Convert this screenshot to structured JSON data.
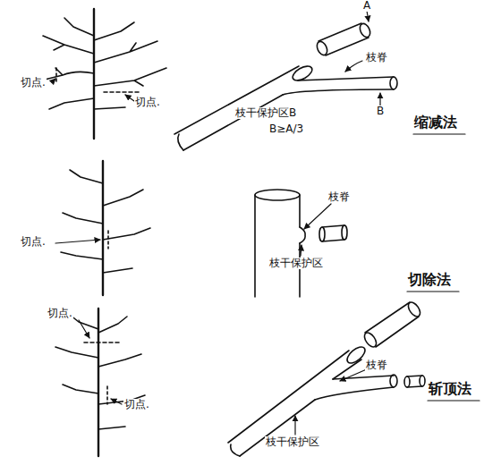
{
  "diagram": {
    "labels": [
      "切点.",
      "切点.",
      "A",
      "枝脊",
      "B",
      "枝干保护区B",
      "B≥A/3",
      "缩减法",
      "切点.",
      "枝脊",
      "枝干保护区",
      "切除法",
      "切点.",
      "切点.",
      "枝脊",
      "枝干保护区",
      "斩顶法"
    ]
  }
}
